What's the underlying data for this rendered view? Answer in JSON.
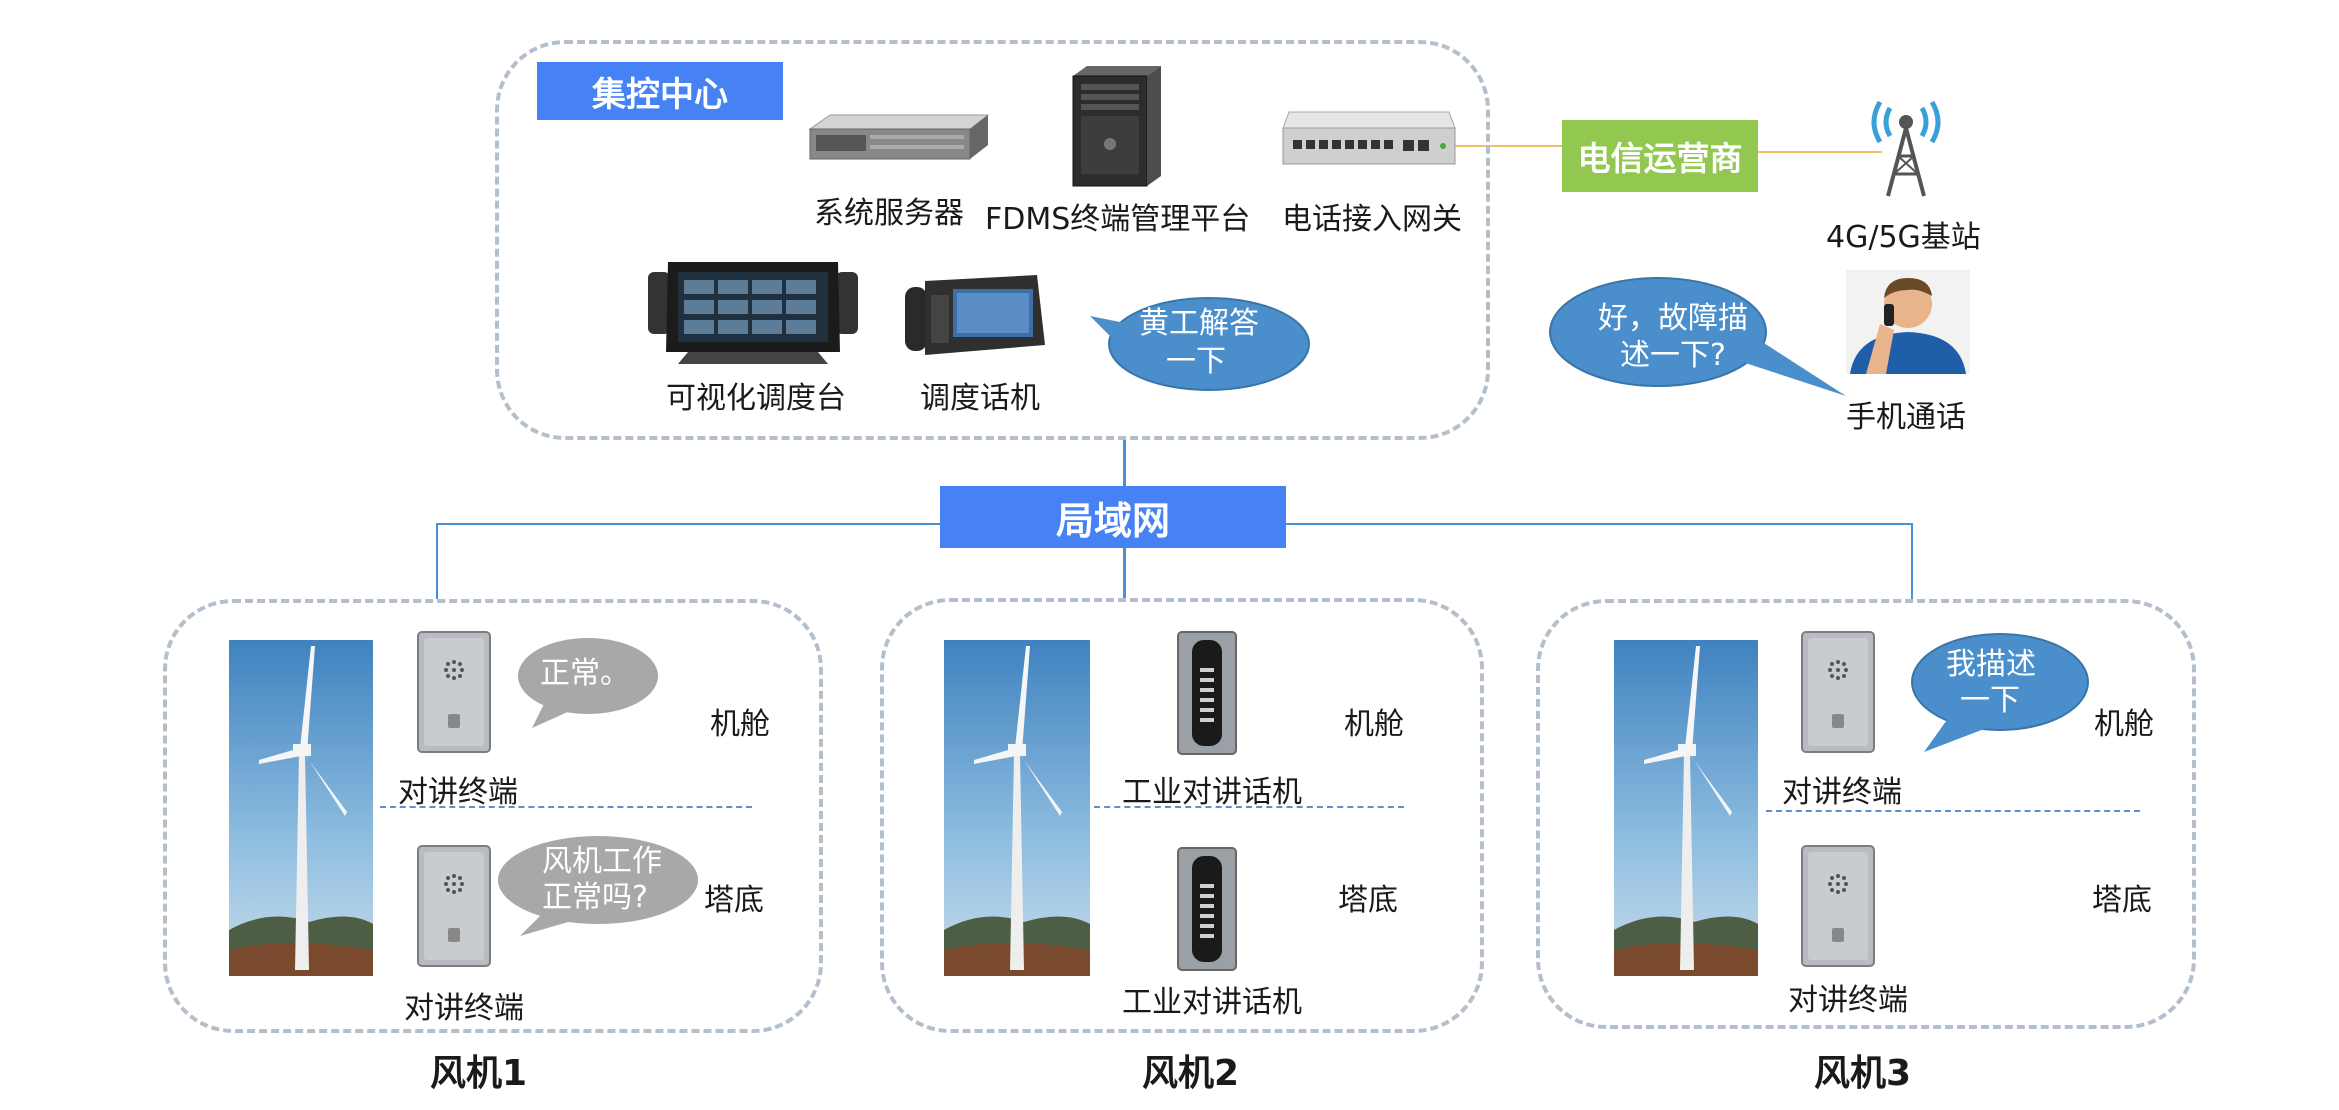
{
  "control_center": {
    "title": "集控中心",
    "devices": {
      "server": "系统服务器",
      "fdms": "FDMS终端管理平台",
      "gateway": "电话接入网关",
      "console": "可视化调度台",
      "phone": "调度话机"
    },
    "bubble": [
      "黄工解答",
      "一下"
    ]
  },
  "telecom": {
    "label": "电信运营商",
    "base_station": "4G/5G基站",
    "mobile": "手机通话",
    "bubble": [
      "好，故障描",
      "述一下?"
    ]
  },
  "lan": {
    "label": "局域网"
  },
  "turbines": [
    {
      "name": "风机1",
      "top_location": "机舱",
      "bottom_location": "塔底",
      "top_device": "对讲终端",
      "bottom_device": "对讲终端",
      "top_bubble": [
        "正常。"
      ],
      "bottom_bubble": [
        "风机工作",
        "正常吗?"
      ]
    },
    {
      "name": "风机2",
      "top_location": "机舱",
      "bottom_location": "塔底",
      "top_device": "工业对讲话机",
      "bottom_device": "工业对讲话机"
    },
    {
      "name": "风机3",
      "top_location": "机舱",
      "bottom_location": "塔底",
      "top_device": "对讲终端",
      "bottom_device": "对讲终端",
      "top_bubble": [
        "我描述",
        "一下"
      ]
    }
  ],
  "colors": {
    "accent_blue": "#4682f4",
    "telecom_green": "#92c850",
    "bubble_blue": "#4a8fcc",
    "bubble_gray": "#a8a8a8",
    "dash_border": "#b4bfcc"
  }
}
